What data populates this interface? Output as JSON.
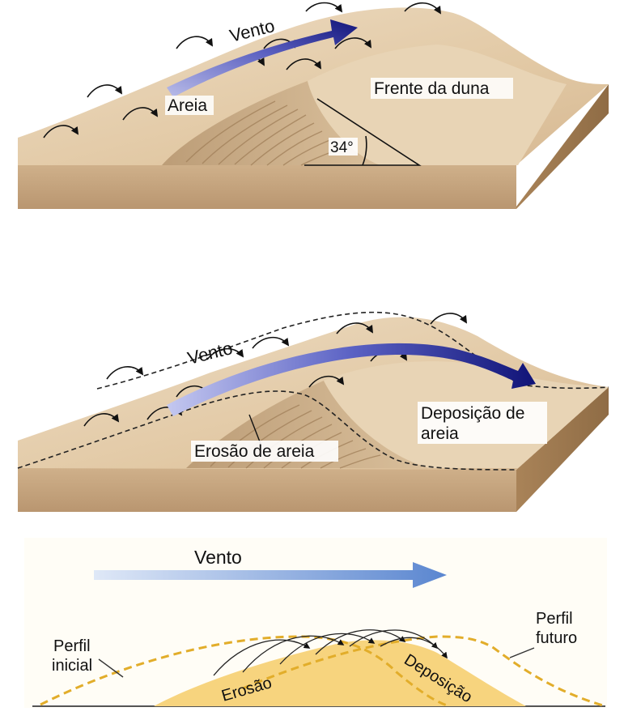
{
  "panel_top": {
    "wind_label": "Vento",
    "sand_label": "Areia",
    "dune_front_label": "Frente da duna",
    "angle_label": "34°"
  },
  "panel_middle": {
    "wind_label": "Vento",
    "deposition_label_line1": "Deposição de",
    "deposition_label_line2": "areia",
    "erosion_label": "Erosão de areia"
  },
  "panel_bottom": {
    "wind_label": "Vento",
    "initial_profile_line1": "Perfil",
    "initial_profile_line2": "inicial",
    "future_profile_line1": "Perfil",
    "future_profile_line2": "futuro",
    "erosion_label": "Erosão",
    "deposition_label": "Deposição"
  },
  "colors": {
    "sand_light": "#e6d2b4",
    "sand_mid": "#d7bd96",
    "sand_dark": "#b38e64",
    "wind_arrow": "#1c1f86",
    "profile_dash": "#e2ad2a",
    "dune_fill": "#f7d47e"
  }
}
